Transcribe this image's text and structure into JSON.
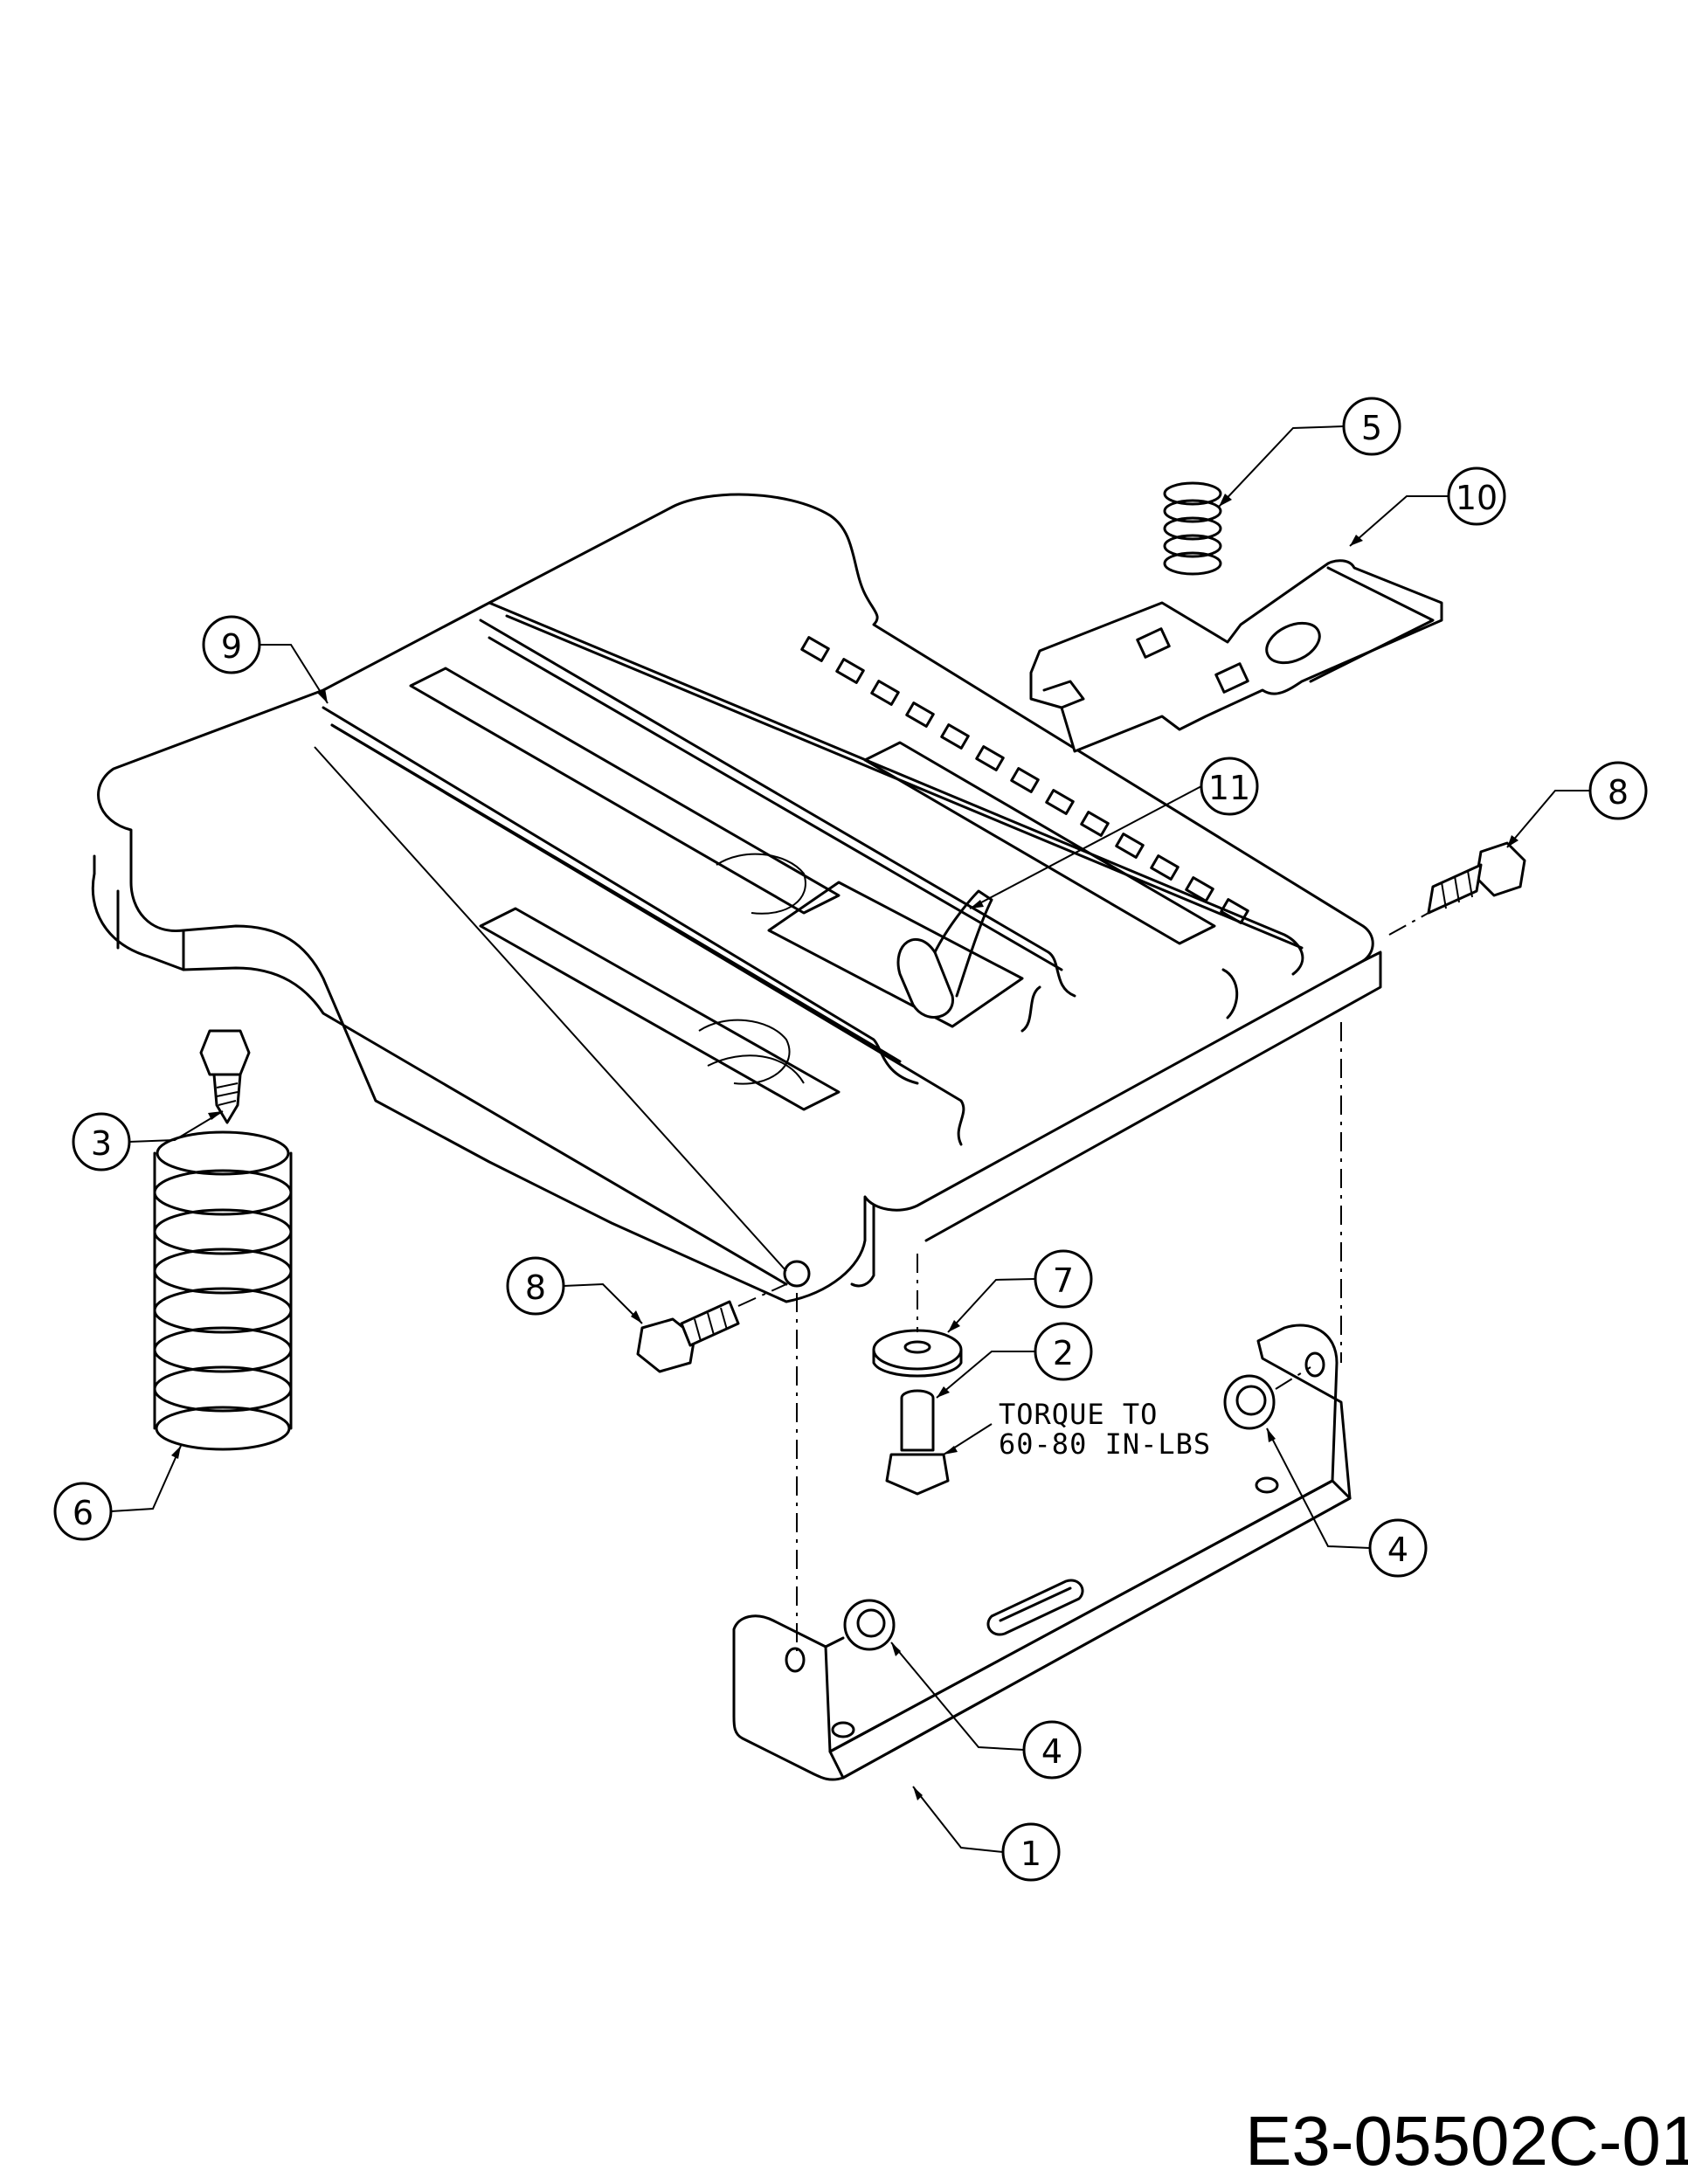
{
  "drawing_code": "E3-05502C-01",
  "torque_note": {
    "line1": "TORQUE TO",
    "line2": "60-80 IN-LBS"
  },
  "callouts": {
    "c1": "1",
    "c2": "2",
    "c3": "3",
    "c4a": "4",
    "c4b": "4",
    "c5": "5",
    "c6": "6",
    "c7": "7",
    "c8a": "8",
    "c8b": "8",
    "c9": "9",
    "c10": "10",
    "c11": "11"
  }
}
